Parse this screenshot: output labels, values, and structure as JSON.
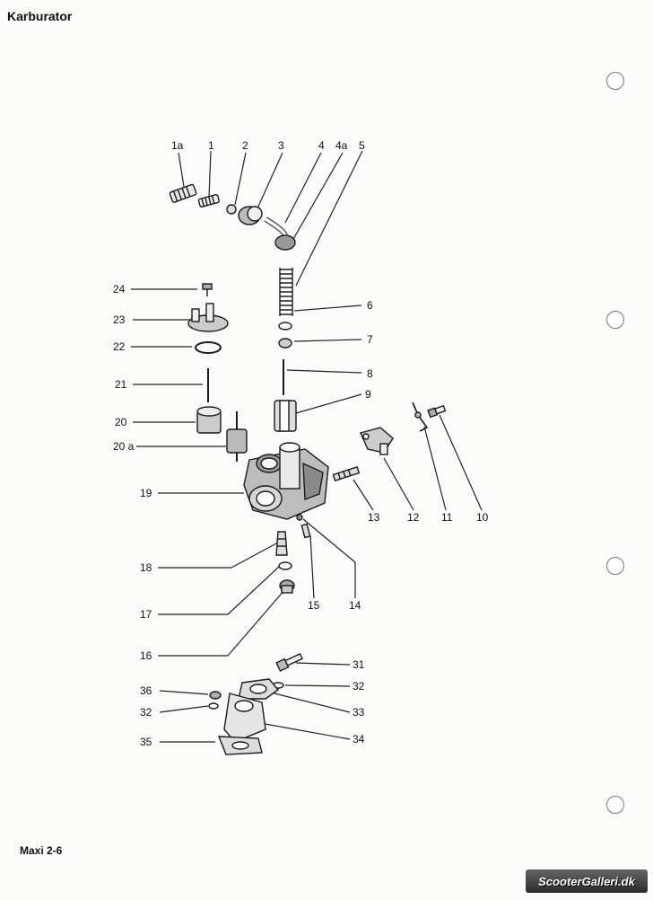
{
  "page": {
    "title": "Karburator",
    "footer": "Maxi 2-6",
    "watermark": "ScooterGalleri.dk"
  },
  "diagram": {
    "callouts": [
      "1a",
      "1",
      "2",
      "3",
      "4",
      "4a",
      "5",
      "24",
      "6",
      "23",
      "7",
      "22",
      "8",
      "21",
      "9",
      "20",
      "20 a",
      "19",
      "13",
      "12",
      "11",
      "10",
      "18",
      "17",
      "15",
      "14",
      "16",
      "31",
      "36",
      "32",
      "33",
      "34",
      "35"
    ]
  }
}
